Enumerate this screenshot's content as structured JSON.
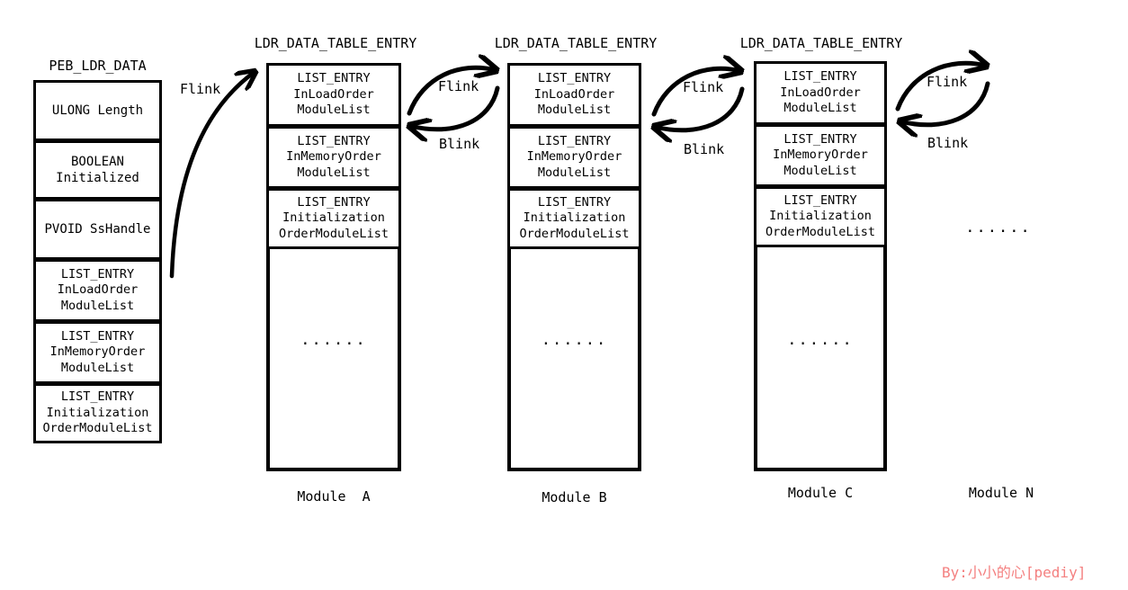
{
  "diagram": {
    "title_peb": "PEB_LDR_DATA",
    "title_entry": "LDR_DATA_TABLE_ENTRY",
    "ellipsis": "......",
    "link_flink": "Flink",
    "link_blink": "Blink",
    "watermark": "By:小小的心[pediy]",
    "watermark_color": "#f48080",
    "line_color": "#000000",
    "background": "#ffffff"
  },
  "peb_ldr_data": {
    "title": "PEB_LDR_DATA",
    "fields": [
      {
        "lines": [
          "ULONG Length"
        ]
      },
      {
        "lines": [
          "BOOLEAN",
          "Initialized"
        ]
      },
      {
        "lines": [
          "PVOID SsHandle"
        ]
      },
      {
        "lines": [
          "LIST_ENTRY",
          "InLoadOrder",
          "ModuleList"
        ]
      },
      {
        "lines": [
          "LIST_ENTRY",
          "InMemoryOrder",
          "ModuleList"
        ]
      },
      {
        "lines": [
          "LIST_ENTRY",
          "Initialization",
          "OrderModuleList"
        ]
      }
    ]
  },
  "entries": [
    {
      "title": "LDR_DATA_TABLE_ENTRY",
      "module_label": "Module  A",
      "fields": [
        {
          "lines": [
            "LIST_ENTRY",
            "InLoadOrder",
            "ModuleList"
          ]
        },
        {
          "lines": [
            "LIST_ENTRY",
            "InMemoryOrder",
            "ModuleList"
          ]
        },
        {
          "lines": [
            "LIST_ENTRY",
            "Initialization",
            "OrderModuleList"
          ]
        }
      ],
      "body_ellipsis": "......"
    },
    {
      "title": "LDR_DATA_TABLE_ENTRY",
      "module_label": "Module B",
      "fields": [
        {
          "lines": [
            "LIST_ENTRY",
            "InLoadOrder",
            "ModuleList"
          ]
        },
        {
          "lines": [
            "LIST_ENTRY",
            "InMemoryOrder",
            "ModuleList"
          ]
        },
        {
          "lines": [
            "LIST_ENTRY",
            "Initialization",
            "OrderModuleList"
          ]
        }
      ],
      "body_ellipsis": "......"
    },
    {
      "title": "LDR_DATA_TABLE_ENTRY",
      "module_label": "Module C",
      "fields": [
        {
          "lines": [
            "LIST_ENTRY",
            "InLoadOrder",
            "ModuleList"
          ]
        },
        {
          "lines": [
            "LIST_ENTRY",
            "InMemoryOrder",
            "ModuleList"
          ]
        },
        {
          "lines": [
            "LIST_ENTRY",
            "Initialization",
            "OrderModuleList"
          ]
        }
      ],
      "body_ellipsis": "......"
    }
  ],
  "tail": {
    "module_label": "Module N",
    "ellipsis": "......"
  },
  "connectors": [
    {
      "name": "peb-to-a",
      "flink": "Flink",
      "blink": ""
    },
    {
      "name": "a-to-b",
      "flink": "Flink",
      "blink": "Blink"
    },
    {
      "name": "b-to-c",
      "flink": "Flink",
      "blink": "Blink"
    },
    {
      "name": "c-to-n",
      "flink": "Flink",
      "blink": "Blink"
    }
  ]
}
